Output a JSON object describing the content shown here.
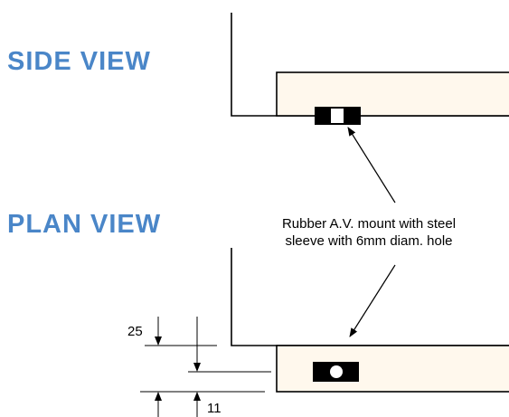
{
  "side_view": {
    "title": "SIDE VIEW"
  },
  "plan_view": {
    "title": "PLAN VIEW"
  },
  "callout": {
    "line1": "Rubber A.V. mount with steel",
    "line2": "sleeve with 6mm diam. hole"
  },
  "dimensions": {
    "top": "25",
    "bottom": "11"
  },
  "colors": {
    "title": "#4a86c8",
    "fill": "#fff8ed",
    "stroke": "#000000"
  }
}
